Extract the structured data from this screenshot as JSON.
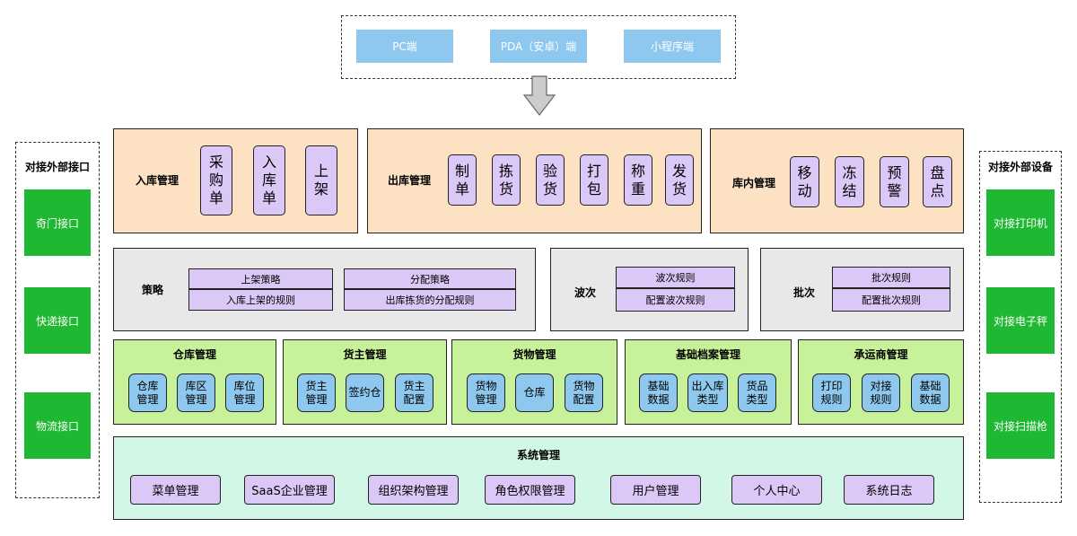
{
  "clients": [
    "PC端",
    "PDA（安卓）端",
    "小程序端"
  ],
  "left_panel": {
    "title": "对接外部接口",
    "items": [
      "奇门接口",
      "快递接口",
      "物流接口"
    ]
  },
  "right_panel": {
    "title": "对接外部设备",
    "items": [
      "对接打印机",
      "对接电子秤",
      "对接扫描枪"
    ]
  },
  "inbound": {
    "title": "入库管理",
    "items": [
      "采\n购\n单",
      "入\n库\n单",
      "上\n架"
    ]
  },
  "outbound": {
    "title": "出库管理",
    "items": [
      "制\n单",
      "拣\n货",
      "验\n货",
      "打\n包",
      "称\n重",
      "发\n货"
    ]
  },
  "inventory": {
    "title": "库内管理",
    "items": [
      "移\n动",
      "冻\n结",
      "预\n警",
      "盘\n点"
    ]
  },
  "strategy": {
    "title": "策略",
    "cols": [
      {
        "head": "上架策略",
        "sub": "入库上架的规则"
      },
      {
        "head": "分配策略",
        "sub": "出库拣货的分配规则"
      }
    ]
  },
  "wave": {
    "title": "波次",
    "head": "波次规则",
    "sub": "配置波次规则"
  },
  "batch": {
    "title": "批次",
    "head": "批次规则",
    "sub": "配置批次规则"
  },
  "warehouse": {
    "title": "仓库管理",
    "items": [
      "仓库\n管理",
      "库区\n管理",
      "库位\n管理"
    ]
  },
  "owner": {
    "title": "货主管理",
    "items": [
      "货主\n管理",
      "签约仓",
      "货主\n配置"
    ]
  },
  "goods": {
    "title": "货物管理",
    "items": [
      "货物\n管理",
      "仓库",
      "货物\n配置"
    ]
  },
  "basic": {
    "title": "基础档案管理",
    "items": [
      "基础\n数据",
      "出入库\n类型",
      "货品\n类型"
    ]
  },
  "carrier": {
    "title": "承运商管理",
    "items": [
      "打印\n规则",
      "对接\n规则",
      "基础\n数据"
    ]
  },
  "system": {
    "title": "系统管理",
    "items": [
      "菜单管理",
      "SaaS企业管理",
      "组织架构管理",
      "角色权限管理",
      "用户管理",
      "个人中心",
      "系统日志"
    ]
  }
}
